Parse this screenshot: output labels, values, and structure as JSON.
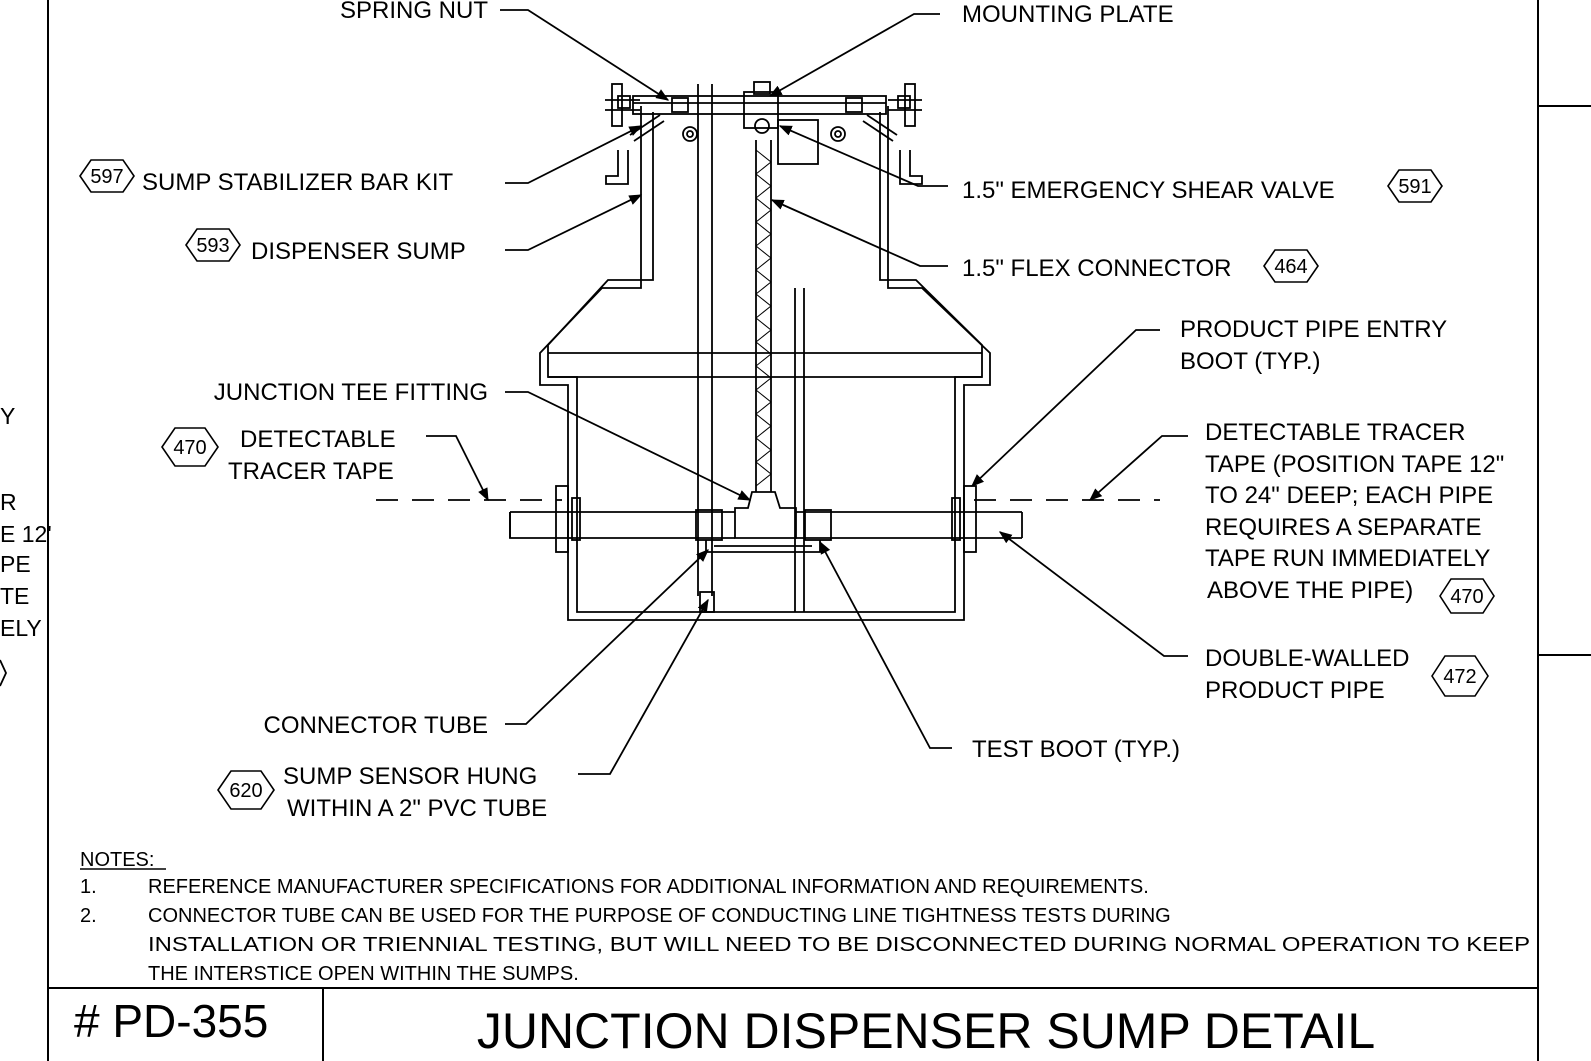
{
  "drawing": {
    "number": "# PD-355",
    "title": "JUNCTION DISPENSER SUMP DETAIL"
  },
  "left_fragments": [
    "Y",
    "R",
    "E 12'",
    "PE",
    "TE",
    "ELY"
  ],
  "callouts": {
    "spring_nut": "SPRING NUT",
    "mounting_plate": "MOUNTING PLATE",
    "stabilizer": {
      "tag": "597",
      "label": "SUMP STABILIZER BAR KIT"
    },
    "sump": {
      "tag": "593",
      "label": "DISPENSER SUMP"
    },
    "shear_valve": {
      "tag": "591",
      "label": "1.5\" EMERGENCY SHEAR VALVE"
    },
    "flex": {
      "tag": "464",
      "label": "1.5\" FLEX CONNECTOR"
    },
    "entry_boot": {
      "line1": "PRODUCT PIPE ENTRY",
      "line2": "BOOT (TYP.)"
    },
    "junction_tee": "JUNCTION TEE FITTING",
    "tracer_left": {
      "tag": "470",
      "line1": "DETECTABLE",
      "line2": "TRACER TAPE"
    },
    "tracer_right": {
      "tag": "470",
      "lines": [
        "DETECTABLE TRACER",
        "TAPE (POSITION TAPE 12\"",
        "TO 24\" DEEP; EACH PIPE",
        "REQUIRES A SEPARATE",
        "TAPE RUN IMMEDIATELY",
        "ABOVE THE PIPE)"
      ]
    },
    "double_walled": {
      "tag": "472",
      "line1": "DOUBLE-WALLED",
      "line2": "PRODUCT PIPE"
    },
    "connector_tube": "CONNECTOR TUBE",
    "test_boot": "TEST BOOT (TYP.)",
    "sensor": {
      "tag": "620",
      "line1": "SUMP SENSOR HUNG",
      "line2": "WITHIN A 2\" PVC TUBE"
    }
  },
  "notes": {
    "heading": "NOTES:",
    "n1_num": "1.",
    "n1": "REFERENCE MANUFACTURER SPECIFICATIONS FOR ADDITIONAL INFORMATION AND REQUIREMENTS.",
    "n2_num": "2.",
    "n2_l1": "CONNECTOR TUBE CAN BE USED FOR THE PURPOSE OF CONDUCTING LINE TIGHTNESS TESTS DURING",
    "n2_l2": "INSTALLATION OR TRIENNIAL TESTING, BUT WILL NEED TO BE DISCONNECTED DURING NORMAL OPERATION TO KEEP",
    "n2_l3": "THE INTERSTICE OPEN WITHIN THE SUMPS."
  }
}
